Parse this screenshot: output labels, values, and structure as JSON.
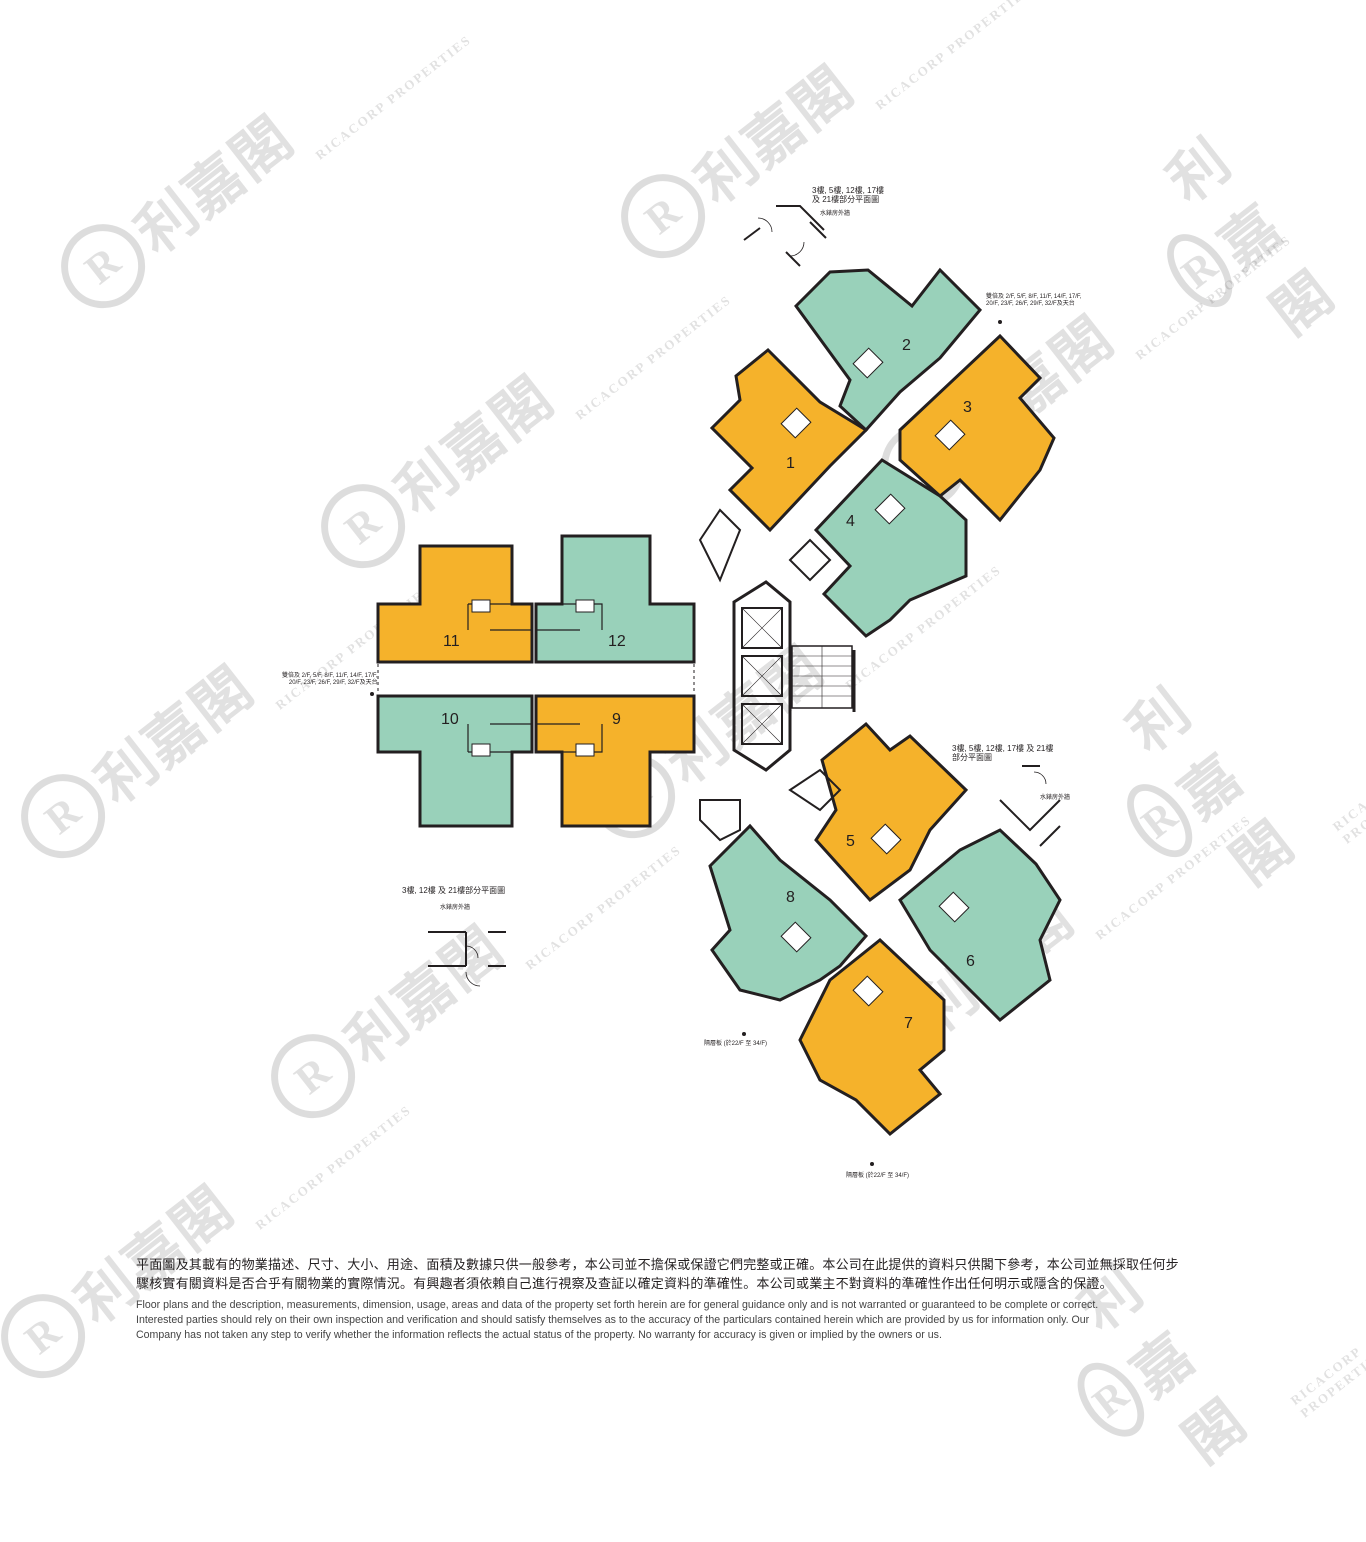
{
  "watermark": {
    "brand_cn": "利嘉閣",
    "brand_en": "RICACORP PROPERTIES",
    "logo_letter": "R"
  },
  "units": [
    {
      "number": "1",
      "color": "orange"
    },
    {
      "number": "2",
      "color": "green"
    },
    {
      "number": "3",
      "color": "orange"
    },
    {
      "number": "4",
      "color": "green"
    },
    {
      "number": "5",
      "color": "orange"
    },
    {
      "number": "6",
      "color": "green"
    },
    {
      "number": "7",
      "color": "orange"
    },
    {
      "number": "8",
      "color": "green"
    },
    {
      "number": "9",
      "color": "orange"
    },
    {
      "number": "10",
      "color": "green"
    },
    {
      "number": "11",
      "color": "orange"
    },
    {
      "number": "12",
      "color": "green"
    }
  ],
  "colors": {
    "orange": "#f5b22b",
    "green": "#99d1ba",
    "wall": "#231f20"
  },
  "notes": {
    "top_partial_plan": "3樓, 5樓, 12樓, 17樓\n及 21樓部分平面圖",
    "top_partial_sub": "水錶房外牆",
    "top_right_note": "雙倍及 2/F, 5/F, 8/F, 11/F, 14/F, 17/F,\n20/F, 23/F, 26/F, 29/F, 32/F及天台",
    "left_note": "雙倍及 2/F, 5/F, 8/F, 11/F, 14/F, 17/F,\n20/F, 23/F, 26/F, 29/F, 32/F及天台",
    "right_partial_plan": "3樓, 5樓, 12樓, 17樓 及 21樓\n部分平面圖",
    "right_partial_sub": "水錶房外牆",
    "bottom_left_partial_plan": "3樓, 12樓 及 21樓部分平面圖",
    "bottom_left_partial_sub": "水錶房外牆",
    "unit8_note": "隔層板 (於22/F 至 34/F)",
    "unit7_note": "隔層板 (於22/F 至 34/F)"
  },
  "disclaimer": {
    "cn_line1": "平面圖及其載有的物業描述、尺寸、大小、用途、面積及數據只供一般參考，本公司並不擔保或保證它們完整或正確。本公司在此提供的資料只供閣下參考，本公司並無採取任何步",
    "cn_line2": "驟核實有關資料是否合乎有關物業的實際情況。有興趣者須依賴自己進行視察及查証以確定資料的準確性。本公司或業主不對資料的準確性作出任何明示或隱含的保證。",
    "en_line1": "Floor plans and the description, measurements, dimension, usage, areas and data of the property set forth herein are for general guidance only and is not warranted or guaranteed to be complete or correct.",
    "en_line2": "Interested parties should rely on their own inspection and verification and should satisfy themselves as to the accuracy of the particulars contained herein which are provided by us for information only.  Our",
    "en_line3": "Company has not taken any step to verify whether the information reflects the actual status of the property.  No warranty for accuracy is given or implied by the owners or us."
  }
}
